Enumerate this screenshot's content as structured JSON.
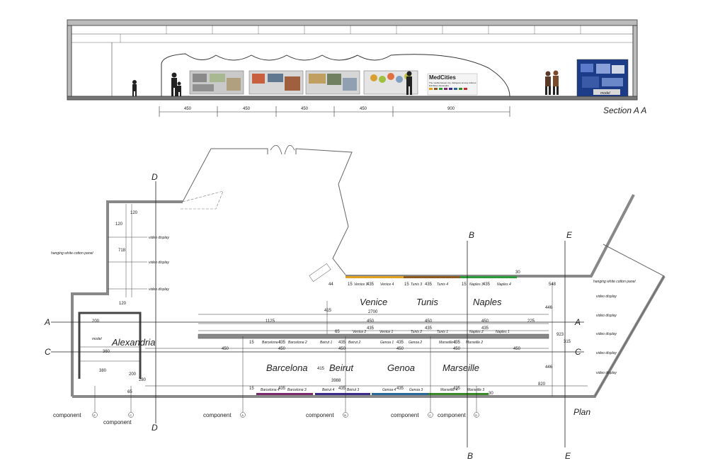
{
  "section": {
    "title": "Section A A",
    "dims": [
      "450",
      "450",
      "450",
      "450",
      "900"
    ],
    "panel_title": "MedCities",
    "panel_sub1": "The mediterranean city, dialogues among cultures",
    "panel_sub2": "Exhibition Alexandria",
    "model_label": "model"
  },
  "plan": {
    "title": "Plan",
    "rooms_top": [
      "Venice",
      "Tunis",
      "Naples"
    ],
    "rooms_bottom": [
      "Barcelona",
      "Beirut",
      "Genoa",
      "Marseille"
    ],
    "room_left": "Alexandria",
    "model_label": "model",
    "section_marks": [
      "A",
      "A",
      "B",
      "B",
      "C",
      "C",
      "D",
      "D",
      "E",
      "E"
    ],
    "hanging_left": "hanging white cotton panel",
    "hanging_right": "hanging white cotton panel",
    "video_left": [
      "video display",
      "video display",
      "video display"
    ],
    "video_right": [
      "video display",
      "video display",
      "video display",
      "video display",
      "video display"
    ],
    "panels_top": [
      "Venice 3",
      "Venice 4",
      "Tunis 3",
      "Tunis 4",
      "Naples 3",
      "Naples 4"
    ],
    "panels_mid_top": [
      "Venice 2",
      "Venice 1",
      "Tunis 2",
      "Tunis 1",
      "Naples 2",
      "Naples 1"
    ],
    "panels_mid_bot": [
      "Barcelona 1",
      "Barcelona 2",
      "Beirut 1",
      "Beirut 2",
      "Genoa 1",
      "Genoa 2",
      "Marseille 1",
      "Marseille 2"
    ],
    "panels_bottom": [
      "Barcelona 4",
      "Barcelona 3",
      "Beirut 4",
      "Beirut 3",
      "Genoa 4",
      "Genoa 3",
      "Marseille 4",
      "Marseille 3"
    ],
    "dims": {
      "d2700": "2700",
      "d1125": "1125",
      "d225": "225",
      "d450": "450",
      "d435": "435",
      "d15": "15",
      "d44": "44",
      "d548": "548",
      "d446": "446",
      "d415": "415",
      "d923": "923",
      "d315": "315",
      "d820": "820",
      "d3988": "3988",
      "d200": "200",
      "d360": "360",
      "d380": "380",
      "d280": "280",
      "d120": "120",
      "d718": "718",
      "d65": "65",
      "d30": "30"
    },
    "components": [
      {
        "label": "component",
        "mark": "E"
      },
      {
        "label": "component",
        "mark": "C"
      },
      {
        "label": "component",
        "mark": "A"
      },
      {
        "label": "component",
        "mark": "B"
      },
      {
        "label": "component",
        "mark": "C"
      },
      {
        "label": "component",
        "mark": "D"
      }
    ]
  },
  "colors": {
    "venice": "#e0a020",
    "tunis": "#8a5a20",
    "naples": "#2a9a3a",
    "barcelona": "#7a2a6a",
    "beirut": "#3a2a8a",
    "genoa": "#2a6a9a",
    "marseille": "#3a8a2a"
  }
}
